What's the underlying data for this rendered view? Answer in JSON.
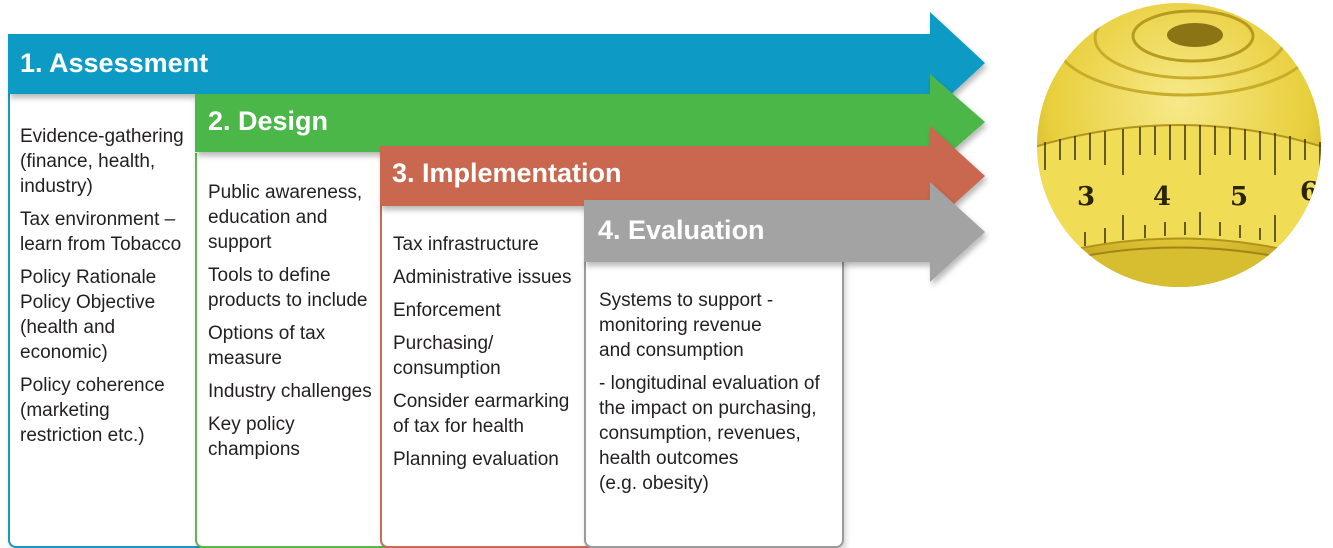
{
  "stages": [
    {
      "title": "1. Assessment",
      "color": "#0f9bc6",
      "items": [
        "Evidence-gathering\n(finance, health,\nindustry)",
        "Tax environment –\nlearn from Tobacco",
        "Policy Rationale\nPolicy Objective\n(health and\neconomic)",
        "Policy coherence\n(marketing\nrestriction etc.)"
      ]
    },
    {
      "title": "2. Design",
      "color": "#4cb748",
      "items": [
        "Public awareness,\neducation and\nsupport",
        "Tools to define\nproducts to include",
        "Options of tax\nmeasure",
        "Industry challenges",
        "Key policy\nchampions"
      ]
    },
    {
      "title": "3. Implementation",
      "color": "#c96850",
      "items": [
        "Tax infrastructure",
        "Administrative issues",
        "Enforcement",
        "Purchasing/\nconsumption",
        "Consider earmarking\nof tax for health",
        "Planning evaluation"
      ]
    },
    {
      "title": "4. Evaluation",
      "color": "#a3a3a3",
      "items": [
        "Systems to support -\nmonitoring revenue\nand consumption",
        "- longitudinal evaluation of\nthe impact on purchasing,\nconsumption, revenues,\nhealth outcomes\n(e.g. obesity)"
      ]
    }
  ],
  "image": {
    "tape_numbers": [
      "3",
      "4",
      "5",
      "6"
    ]
  }
}
